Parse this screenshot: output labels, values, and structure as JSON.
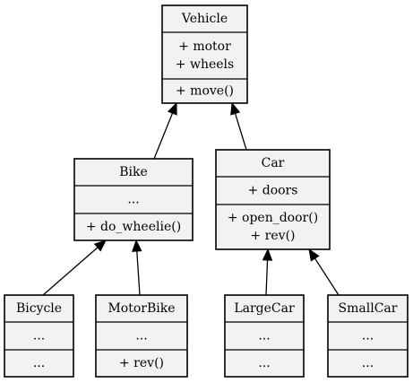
{
  "classes": [
    {
      "id": "vehicle",
      "name": "Vehicle",
      "attributes": [
        "+ motor",
        "+ wheels"
      ],
      "methods": [
        "+ move()"
      ]
    },
    {
      "id": "bike",
      "name": "Bike",
      "attributes": [
        "..."
      ],
      "methods": [
        "+ do_wheelie()"
      ]
    },
    {
      "id": "car",
      "name": "Car",
      "attributes": [
        "+ doors"
      ],
      "methods": [
        "+ open_door()",
        "+ rev()"
      ]
    },
    {
      "id": "bicycle",
      "name": "Bicycle",
      "attributes": [
        "..."
      ],
      "methods": [
        "..."
      ]
    },
    {
      "id": "motorbike",
      "name": "MotorBike",
      "attributes": [
        "..."
      ],
      "methods": [
        "+ rev()"
      ]
    },
    {
      "id": "largecar",
      "name": "LargeCar",
      "attributes": [
        "..."
      ],
      "methods": [
        "..."
      ]
    },
    {
      "id": "smallcar",
      "name": "SmallCar",
      "attributes": [
        "..."
      ],
      "methods": [
        "..."
      ]
    }
  ],
  "inheritance": [
    {
      "child": "bike",
      "parent": "vehicle"
    },
    {
      "child": "car",
      "parent": "vehicle"
    },
    {
      "child": "bicycle",
      "parent": "bike"
    },
    {
      "child": "motorbike",
      "parent": "bike"
    },
    {
      "child": "largecar",
      "parent": "car"
    },
    {
      "child": "smallcar",
      "parent": "car"
    }
  ],
  "colors": {
    "box_fill": "#f2f2f2",
    "stroke": "#000000",
    "text": "#000000"
  }
}
